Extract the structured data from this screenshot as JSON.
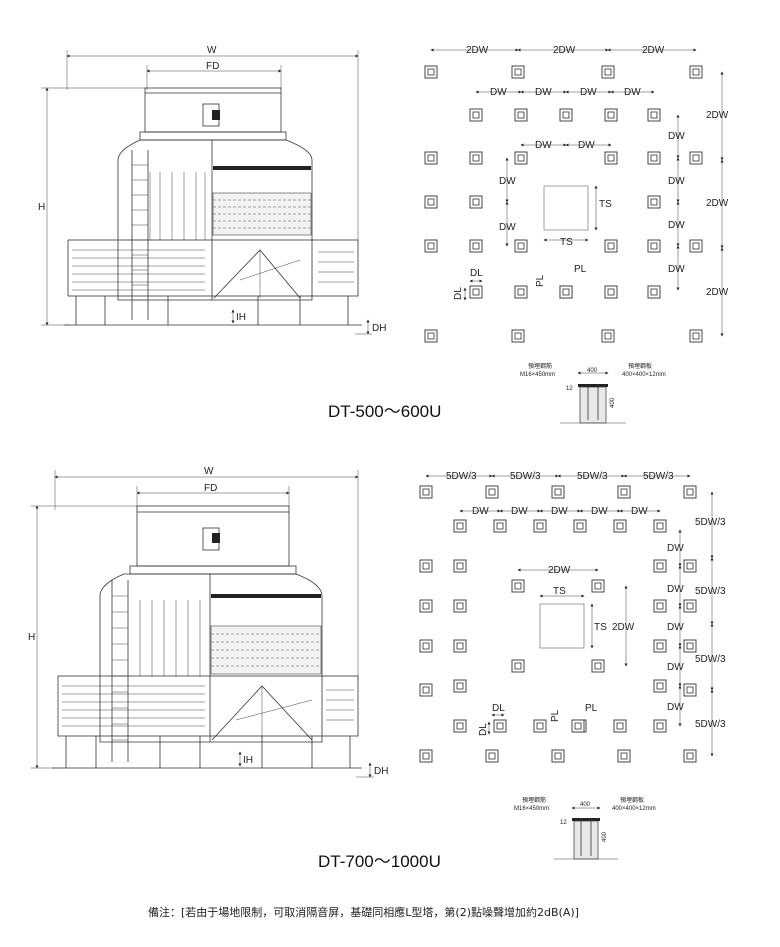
{
  "top": {
    "title": "DT-500～600U",
    "elevation": {
      "w": "W",
      "fd": "FD",
      "h": "H",
      "ih": "IH",
      "dh": "DH"
    },
    "plan": {
      "dim_2dw": "2DW",
      "dim_dw": "DW",
      "ts": "TS",
      "pl": "PL",
      "dl": "DL"
    },
    "detail": {
      "bolt_label": "預埋鋼筋",
      "bolt_size": "M16×450mm",
      "plate_label": "預埋鋼板",
      "plate_size": "400×400×12mm",
      "w400": "400",
      "h400": "400",
      "t12": "12"
    }
  },
  "bottom": {
    "title": "DT-700～1000U",
    "elevation": {
      "w": "W",
      "fd": "FD",
      "h": "H",
      "ih": "IH",
      "dh": "DH"
    },
    "plan": {
      "dim_5dw3": "5DW/3",
      "dim_dw": "DW",
      "dim_2dw": "2DW",
      "ts": "TS",
      "pl": "PL",
      "dl": "DL"
    },
    "detail": {
      "bolt_label": "預埋鋼筋",
      "bolt_size": "M16×450mm",
      "plate_label": "預埋鋼板",
      "plate_size": "400×400×12mm",
      "w400": "400",
      "h400": "400",
      "t12": "12"
    }
  },
  "footer_note": "備注：[若由于場地限制，可取消隔音屏，基礎同相應L型塔，第(2)點噪聲增加約2dB(A)]"
}
